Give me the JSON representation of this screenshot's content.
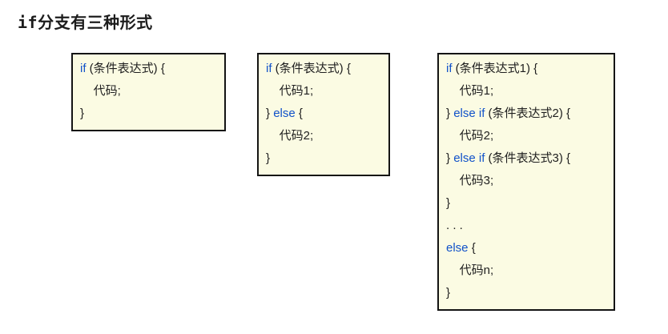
{
  "page": {
    "title_code": "if",
    "title_rest": "分支有三种形式"
  },
  "colors": {
    "keyword": "#1152c9",
    "code_text": "#1f1f1f",
    "box_bg": "#fbfbe3",
    "box_border": "#141414",
    "title_color": "#1c1c1c",
    "page_bg": "#ffffff"
  },
  "boxes": [
    {
      "lines": [
        [
          {
            "t": "if",
            "k": true
          },
          {
            "t": " (条件表达式) {"
          }
        ],
        [
          {
            "t": "    代码;"
          }
        ],
        [
          {
            "t": "}"
          }
        ]
      ]
    },
    {
      "lines": [
        [
          {
            "t": "if",
            "k": true
          },
          {
            "t": " (条件表达式) {"
          }
        ],
        [
          {
            "t": "    代码1;"
          }
        ],
        [
          {
            "t": "} "
          },
          {
            "t": "else",
            "k": true
          },
          {
            "t": " {"
          }
        ],
        [
          {
            "t": "    代码2;"
          }
        ],
        [
          {
            "t": "}"
          }
        ]
      ]
    },
    {
      "lines": [
        [
          {
            "t": "if",
            "k": true
          },
          {
            "t": " (条件表达式1) {"
          }
        ],
        [
          {
            "t": "    代码1;"
          }
        ],
        [
          {
            "t": "} "
          },
          {
            "t": "else if",
            "k": true
          },
          {
            "t": " (条件表达式2) {"
          }
        ],
        [
          {
            "t": "    代码2;"
          }
        ],
        [
          {
            "t": "} "
          },
          {
            "t": "else if",
            "k": true
          },
          {
            "t": " (条件表达式3) {"
          }
        ],
        [
          {
            "t": "    代码3;"
          }
        ],
        [
          {
            "t": "}"
          }
        ],
        [
          {
            "t": ". . ."
          }
        ],
        [
          {
            "t": "else",
            "k": true
          },
          {
            "t": " {"
          }
        ],
        [
          {
            "t": "    代码n;"
          }
        ],
        [
          {
            "t": "}"
          }
        ]
      ]
    }
  ]
}
